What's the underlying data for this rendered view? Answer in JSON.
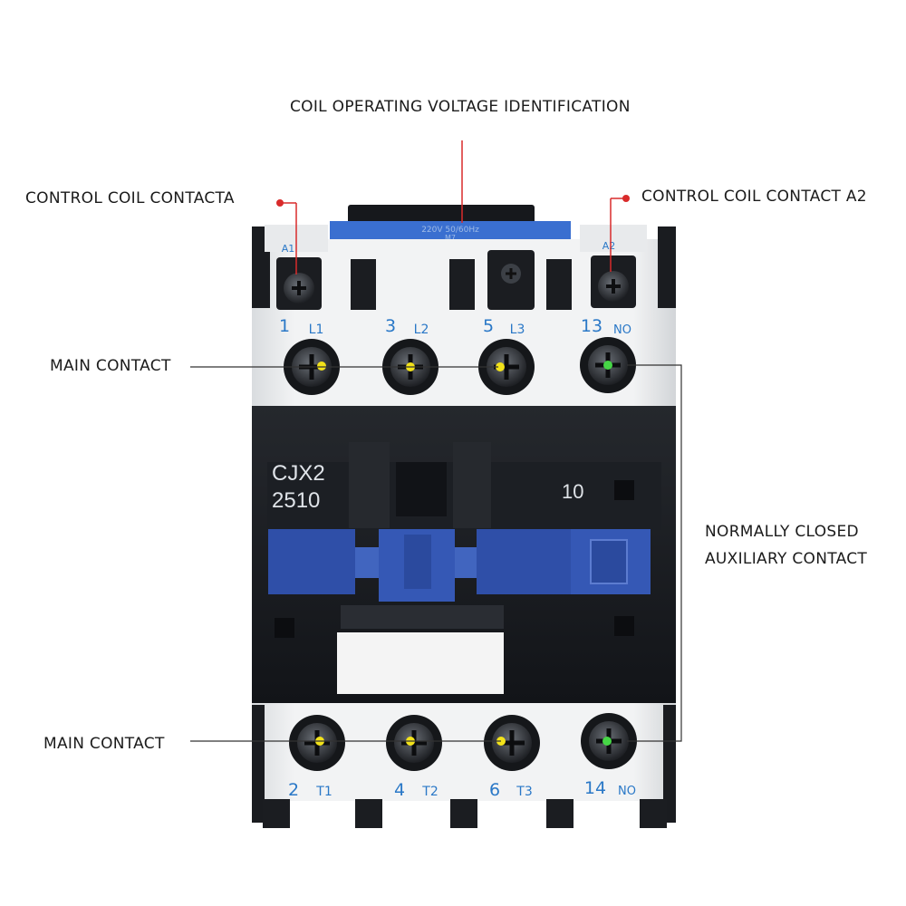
{
  "callouts": {
    "coil_voltage": "COIL OPERATING VOLTAGE IDENTIFICATION",
    "coil_a1": "CONTROL COIL CONTACTA",
    "coil_a2": "CONTROL COIL CONTACT A2",
    "main_top": "MAIN CONTACT",
    "nc_aux_line1": "NORMALLY CLOSED",
    "nc_aux_line2": "AUXILIARY CONTACT",
    "main_bottom": "MAIN CONTACT"
  },
  "device": {
    "model_line1": "CJX2",
    "model_line2": "2510",
    "aux_code": "10",
    "coil_marking_a1": "A1",
    "coil_marking_a2": "A2",
    "coil_label_line1": "220V 50/60Hz",
    "coil_label_line2": "M7",
    "top_terminals": [
      {
        "num": "1",
        "tag": "L1"
      },
      {
        "num": "3",
        "tag": "L2"
      },
      {
        "num": "5",
        "tag": "L3"
      },
      {
        "num": "13",
        "tag": "NO"
      }
    ],
    "bottom_terminals": [
      {
        "num": "2",
        "tag": "T1"
      },
      {
        "num": "4",
        "tag": "T2"
      },
      {
        "num": "6",
        "tag": "T3"
      },
      {
        "num": "14",
        "tag": "NO"
      }
    ]
  },
  "colors": {
    "housing_white": "#eceef0",
    "housing_dark": "#17191d",
    "carrier_blue": "#2f4fa8",
    "coil_blue": "#3a6fd0",
    "label_blue": "#2a78c7",
    "leader_red": "#d92b2b",
    "dot_yellow": "#f2e21a",
    "dot_green": "#46d646"
  }
}
